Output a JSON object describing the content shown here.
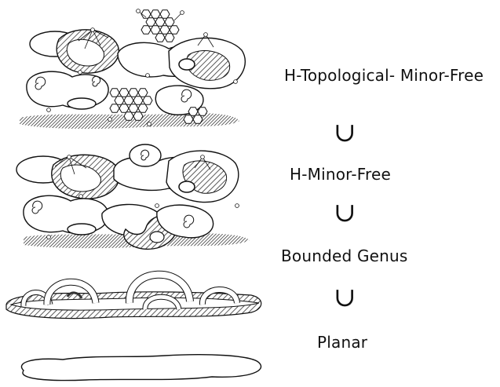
{
  "labels": {
    "h_topological_minor_free": "H-Topological- Minor-Free",
    "h_minor_free": "H-Minor-Free",
    "bounded_genus": "Bounded Genus",
    "planar": "Planar"
  },
  "subset_symbol": "∪",
  "colors": {
    "ink": "#111111",
    "shadow": "#444444",
    "background": "#ffffff"
  }
}
